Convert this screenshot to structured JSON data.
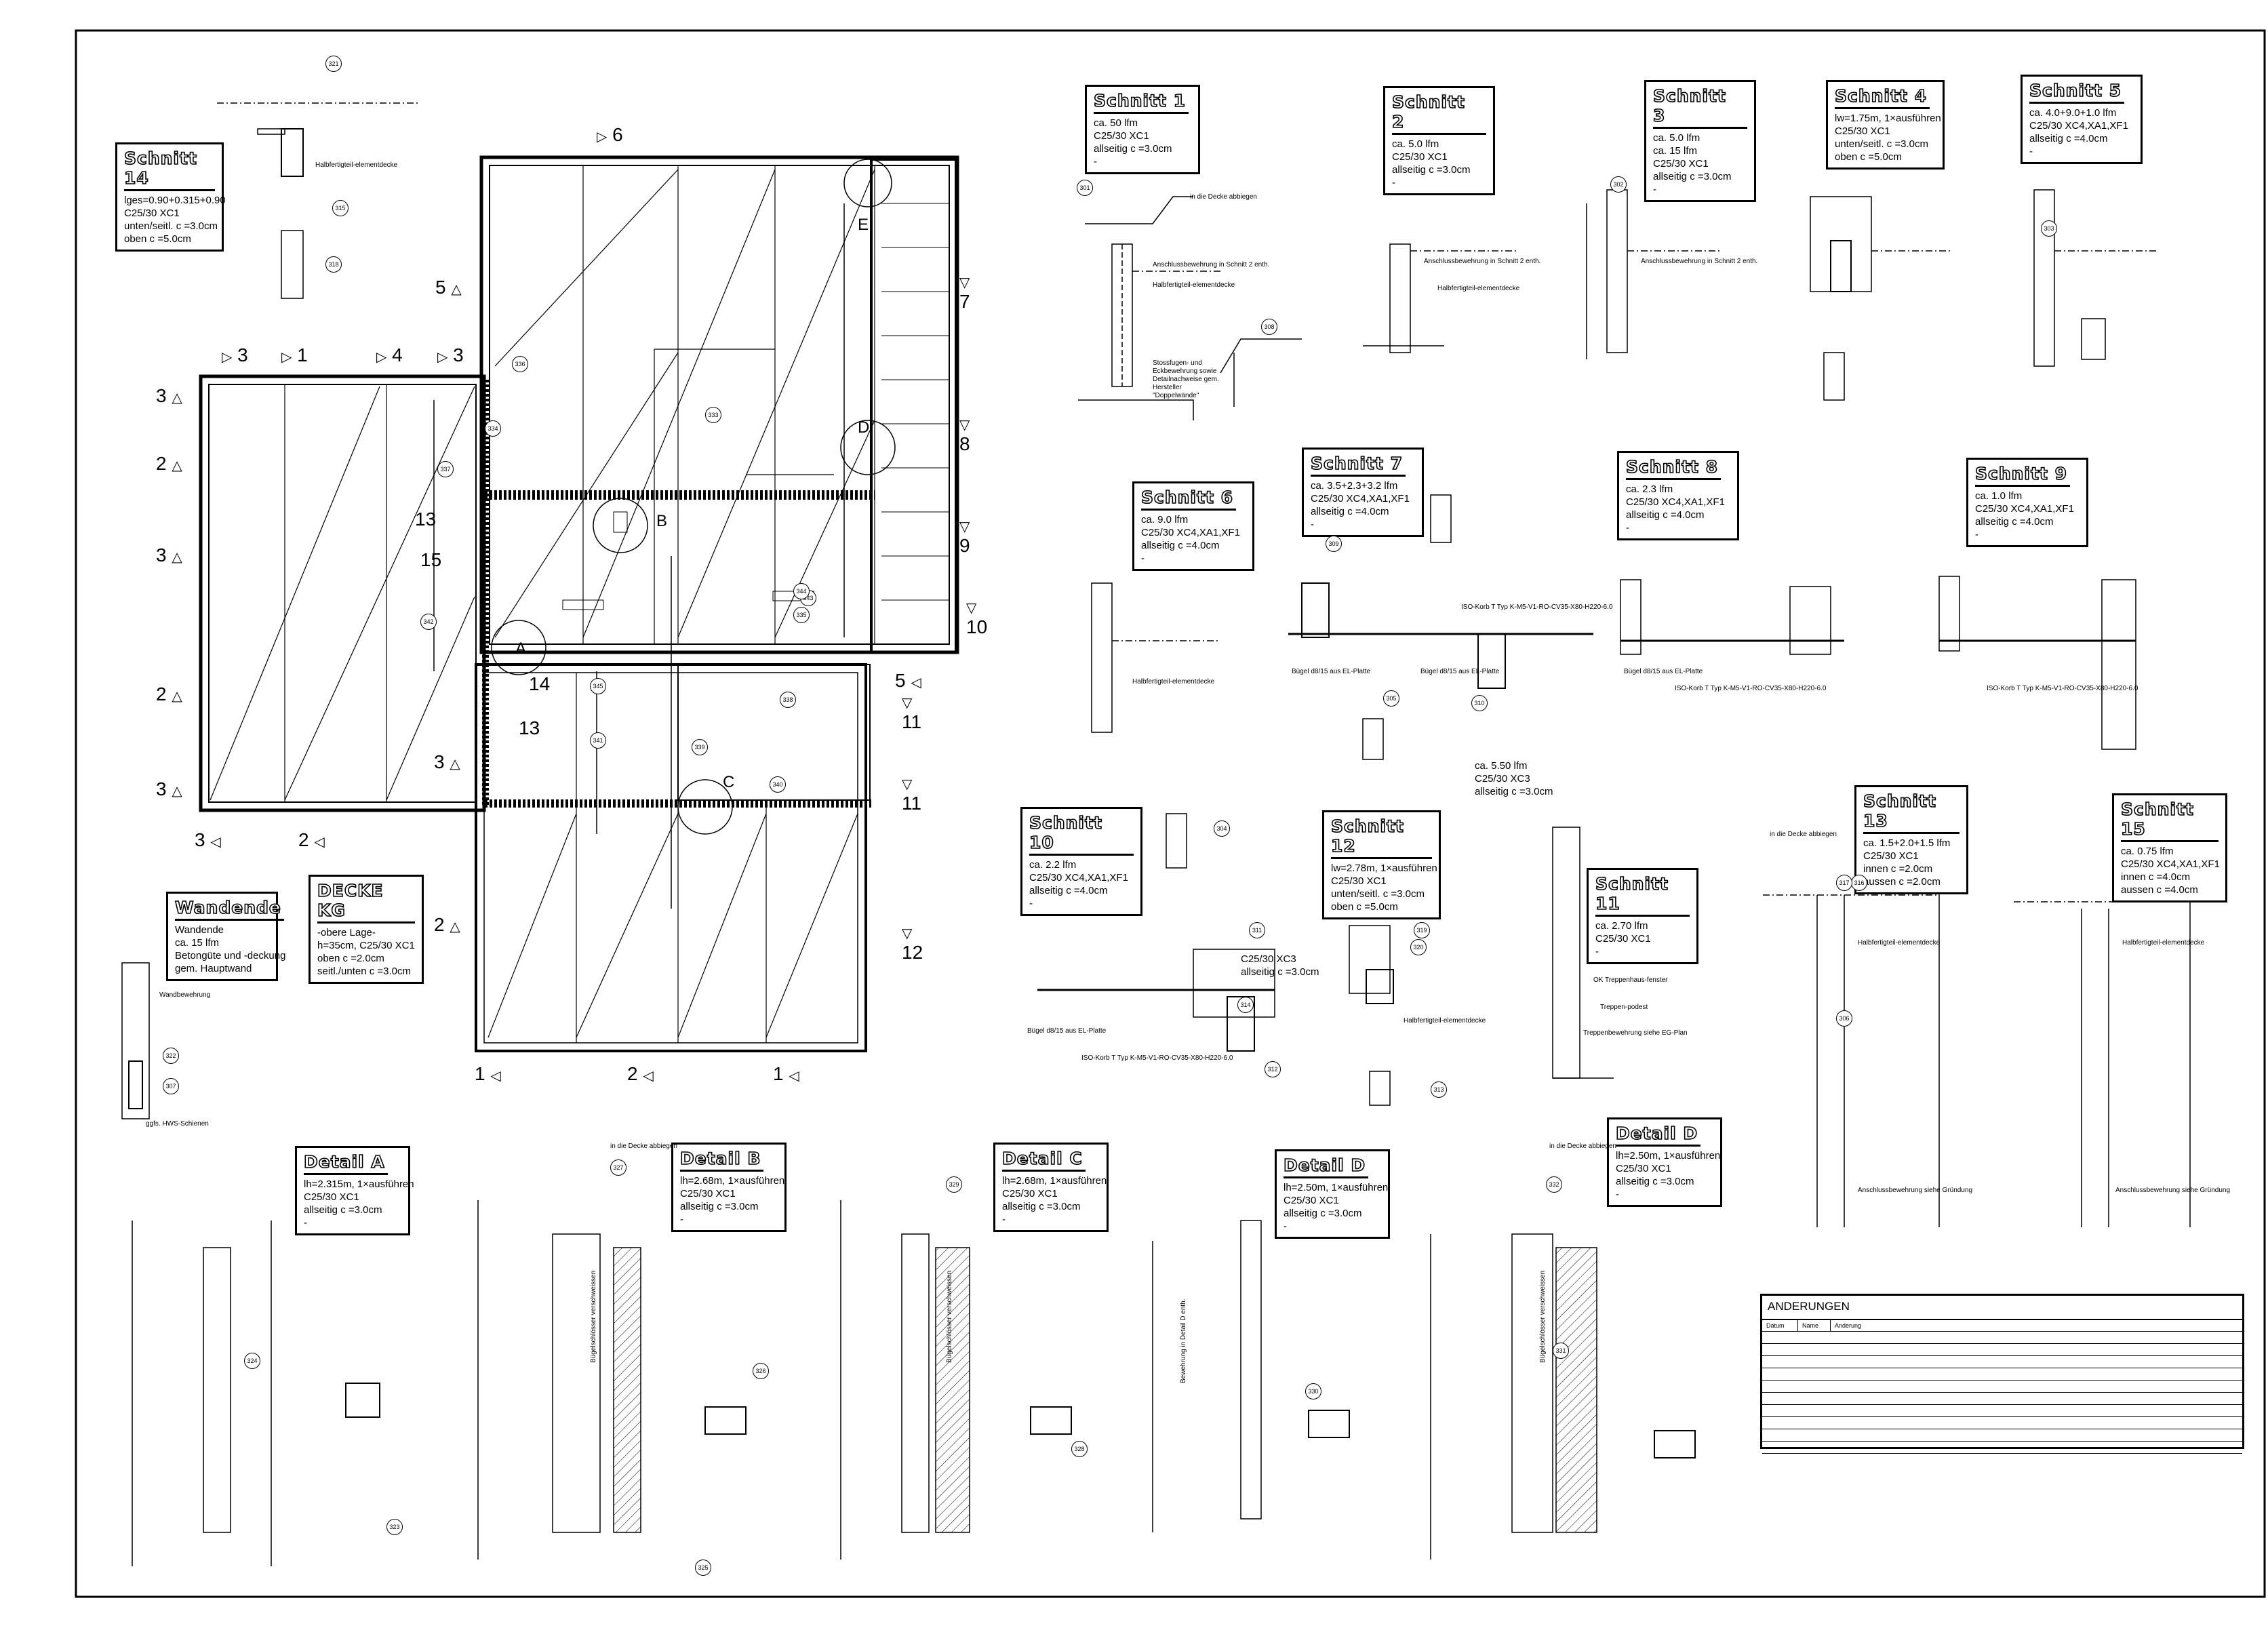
{
  "section_boxes": [
    {
      "id": "schnitt-14",
      "title": "Schnitt 14",
      "lines": [
        "lges=0.90+0.315+0.90",
        "C25/30 XC1",
        "unten/seitl. c =3.0cm",
        "oben c =5.0cm"
      ]
    },
    {
      "id": "schnitt-1",
      "title": "Schnitt 1",
      "lines": [
        "ca. 50 lfm",
        "C25/30 XC1",
        "allseitig c =3.0cm",
        "-"
      ]
    },
    {
      "id": "schnitt-2",
      "title": "Schnitt 2",
      "lines": [
        "ca. 5.0 lfm",
        "C25/30 XC1",
        "allseitig c =3.0cm",
        "-"
      ]
    },
    {
      "id": "schnitt-3",
      "title": "Schnitt 3",
      "lines": [
        "ca. 5.0 lfm",
        "ca. 15 lfm",
        "C25/30 XC1",
        "allseitig c =3.0cm",
        "-"
      ]
    },
    {
      "id": "schnitt-4",
      "title": "Schnitt 4",
      "lines": [
        "lw=1.75m, 1×ausführen",
        "C25/30 XC1",
        "unten/seitl. c =3.0cm",
        "oben c =5.0cm"
      ]
    },
    {
      "id": "schnitt-5",
      "title": "Schnitt 5",
      "lines": [
        "ca. 4.0+9.0+1.0 lfm",
        "C25/30 XC4,XA1,XF1",
        "allseitig c =4.0cm",
        "-"
      ]
    },
    {
      "id": "schnitt-6",
      "title": "Schnitt 6",
      "lines": [
        "ca. 9.0 lfm",
        "C25/30 XC4,XA1,XF1",
        "allseitig c =4.0cm",
        "-"
      ]
    },
    {
      "id": "schnitt-7",
      "title": "Schnitt 7",
      "lines": [
        "ca. 3.5+2.3+3.2 lfm",
        "C25/30 XC4,XA1,XF1",
        "allseitig c =4.0cm",
        "-"
      ]
    },
    {
      "id": "schnitt-8",
      "title": "Schnitt 8",
      "lines": [
        "ca. 2.3 lfm",
        "C25/30 XC4,XA1,XF1",
        "allseitig c =4.0cm",
        "-"
      ]
    },
    {
      "id": "schnitt-9",
      "title": "Schnitt 9",
      "lines": [
        "ca. 1.0 lfm",
        "C25/30 XC4,XA1,XF1",
        "allseitig c =4.0cm",
        "-"
      ]
    },
    {
      "id": "schnitt-10",
      "title": "Schnitt 10",
      "lines": [
        "ca. 2.2 lfm",
        "C25/30 XC4,XA1,XF1",
        "allseitig c =4.0cm",
        "-"
      ]
    },
    {
      "id": "schnitt-12",
      "title": "Schnitt 12",
      "lines": [
        "lw=2.78m, 1×ausführen",
        "C25/30 XC1",
        "unten/seitl. c =3.0cm",
        "oben c =5.0cm"
      ]
    },
    {
      "id": "schnitt-11",
      "title": "Schnitt 11",
      "lines": [
        "ca. 2.70 lfm",
        "C25/30 XC1",
        "-"
      ]
    },
    {
      "id": "schnitt-13",
      "title": "Schnitt 13",
      "lines": [
        "ca. 1.5+2.0+1.5 lfm",
        "C25/30 XC1",
        "innen c =2.0cm",
        "aussen c =2.0cm"
      ]
    },
    {
      "id": "schnitt-15",
      "title": "Schnitt 15",
      "lines": [
        "ca. 0.75 lfm",
        "C25/30 XC4,XA1,XF1",
        "innen c =4.0cm",
        "aussen c =4.0cm"
      ]
    },
    {
      "id": "wandende",
      "title": "Wandende",
      "lines": [
        "Wandende",
        "ca. 15 lfm",
        "Betongüte und -deckung",
        "gem. Hauptwand"
      ]
    },
    {
      "id": "decke-kg",
      "title": "DECKE KG",
      "lines": [
        "-obere Lage-",
        "h=35cm, C25/30 XC1",
        "oben c =2.0cm",
        "seitl./unten c =3.0cm"
      ]
    },
    {
      "id": "detail-a",
      "title": "Detail A",
      "lines": [
        "lh=2.315m, 1×ausführen",
        "C25/30 XC1",
        "allseitig c =3.0cm",
        "-"
      ]
    },
    {
      "id": "detail-b",
      "title": "Detail B",
      "lines": [
        "lh=2.68m, 1×ausführen",
        "C25/30 XC1",
        "allseitig c =3.0cm",
        "-"
      ]
    },
    {
      "id": "detail-c",
      "title": "Detail C",
      "lines": [
        "lh=2.68m, 1×ausführen",
        "C25/30 XC1",
        "allseitig c =3.0cm",
        "-"
      ]
    },
    {
      "id": "detail-d1",
      "title": "Detail D",
      "lines": [
        "lh=2.50m, 1×ausführen",
        "C25/30 XC1",
        "allseitig c =3.0cm",
        "-"
      ]
    },
    {
      "id": "detail-d2",
      "title": "Detail D",
      "lines": [
        "lh=2.50m, 1×ausführen",
        "C25/30 XC1",
        "allseitig c =3.0cm",
        "-"
      ]
    }
  ],
  "notes": {
    "schnitt7_extra": [
      "ca. 5.50 lfm",
      "C25/30 XC3",
      "allseitig c =3.0cm"
    ],
    "schnitt10_extra": [
      "C25/30 XC3",
      "allseitig c =3.0cm"
    ],
    "halbfertigteil": "Halbfertigteil-elementdecke",
    "in_die_decke": "in die Decke abbiegen",
    "anschluss_2": "Anschlussbewehrung in Schnitt 2 enth.",
    "anschluss_gruendung": "Anschlussbewehrung siehe Gründung",
    "isokorb": "ISO-Korb T Typ K-M5-V1-RO-CV35-X80-H220-6.0",
    "buegel": "Bügel d8/15 aus EL-Platte",
    "stossfugen": "Stossfugen- und Eckbewehrung sowie Detailnachweise gem. Hersteller \"Doppelwände\"",
    "treppe": "OK Treppenhaus-fenster",
    "treppen_podest": "Treppen-podest",
    "treppenbewehrung": "Treppenbewehrung siehe EG-Plan",
    "wandbewehrung": "Wandbewehrung",
    "hws": "ggfs. HWS-Schienen",
    "buegelschloss": "Bügelschlösser verschweissen",
    "bewehrung_d": "Bewehrung in Detail D enth."
  },
  "plan_marks": {
    "section_numbers": [
      "3",
      "1",
      "4",
      "3",
      "6",
      "5",
      "3",
      "2",
      "3",
      "2",
      "3",
      "3",
      "2",
      "7",
      "8",
      "9",
      "10",
      "5",
      "11",
      "11",
      "12",
      "1",
      "2",
      "1",
      "2",
      "3",
      "13",
      "15",
      "14",
      "13"
    ],
    "detail_letters": [
      "A",
      "B",
      "C",
      "D",
      "E"
    ]
  },
  "bubbles": [
    "301",
    "302",
    "303",
    "304",
    "305",
    "306",
    "307",
    "308",
    "309",
    "310",
    "311",
    "312",
    "313",
    "314",
    "315",
    "316",
    "317",
    "318",
    "319",
    "320",
    "321",
    "322",
    "323",
    "324",
    "325",
    "326",
    "327",
    "328",
    "329",
    "330",
    "331",
    "332",
    "333",
    "334",
    "335",
    "336",
    "337",
    "338",
    "339",
    "340",
    "341",
    "342",
    "343",
    "344",
    "345"
  ],
  "change_table": {
    "title": "ANDERUNGEN",
    "columns": [
      "Datum",
      "Name",
      "Anderung"
    ],
    "rows": 10
  }
}
